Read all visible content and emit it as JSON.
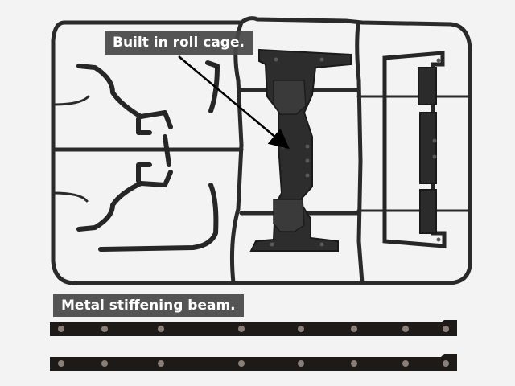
{
  "annotations": {
    "roll_cage": "Built in roll cage.",
    "stiffening_beam": "Metal stiffening beam."
  },
  "colors": {
    "background": "#f3f3f3",
    "plastic_sprue": "#2a2a2a",
    "metal_beam": "#1e1a18",
    "callout_box": "#464646",
    "callout_text": "#ffffff"
  },
  "objects": [
    "plastic-parts-sprue",
    "roll-cage-part",
    "metal-stiffening-beam",
    "metal-stiffening-beam"
  ]
}
